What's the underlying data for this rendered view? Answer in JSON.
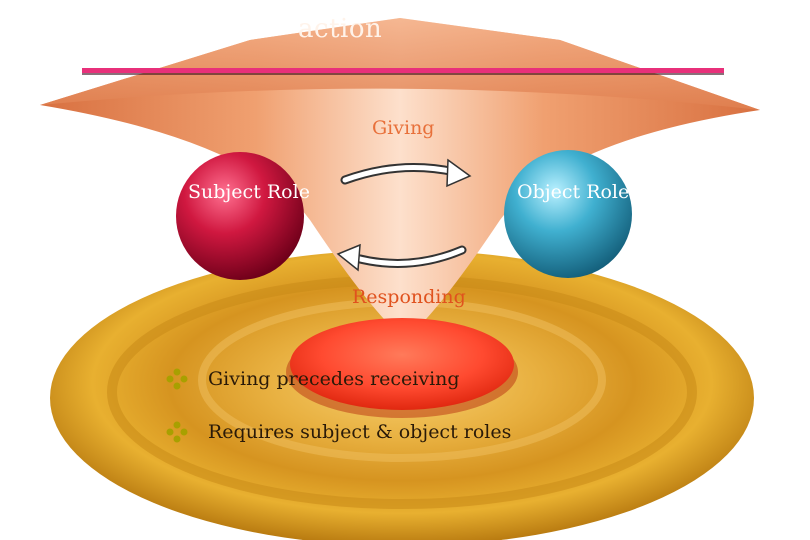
{
  "slide": {
    "title_fragment": "action",
    "labels": {
      "giving": "Giving",
      "responding": "Responding",
      "subject_role": "Subject Role",
      "object_role": "Object Role"
    },
    "bullets": [
      "Giving precedes receiving",
      "Requires subject & object roles"
    ],
    "colors": {
      "title_line": "#e8307a",
      "subject_sphere": "#d01840",
      "object_sphere": "#40b0d0",
      "disc": "#e0a020",
      "center_ellipse": "#ff4a30",
      "bullet_marker": "#a8a000"
    }
  }
}
